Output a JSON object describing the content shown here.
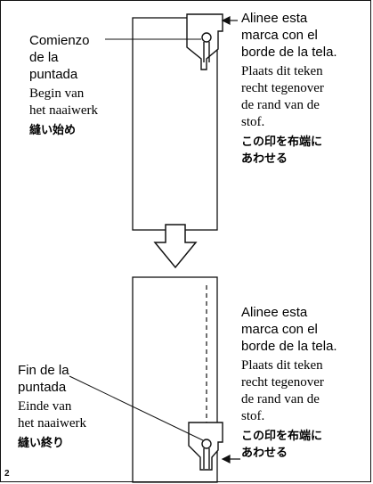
{
  "step1": {
    "start_label_es": [
      "Comienzo",
      "de la",
      "puntada"
    ],
    "start_label_nl": [
      "Begin van",
      "het naaiwerk"
    ],
    "start_label_ja": "縫い始め",
    "align_es": [
      "Alinee esta",
      "marca con el",
      "borde de la tela."
    ],
    "align_nl": [
      "Plaats dit teken",
      "recht tegenover",
      "de rand van de",
      "stof."
    ],
    "align_ja": [
      "この印を布端に",
      "あわせる"
    ]
  },
  "step2": {
    "end_label_es": [
      "Fin de la",
      "puntada"
    ],
    "end_label_nl": [
      "Einde van",
      "het naaiwerk"
    ],
    "end_label_ja": "縫い終り",
    "align_es": [
      "Alinee esta",
      "marca con el",
      "borde de la tela."
    ],
    "align_nl": [
      "Plaats dit teken",
      "recht tegenover",
      "de rand van de",
      "stof."
    ],
    "align_ja": [
      "この印を布端に",
      "あわせる"
    ]
  },
  "page_number": "2"
}
